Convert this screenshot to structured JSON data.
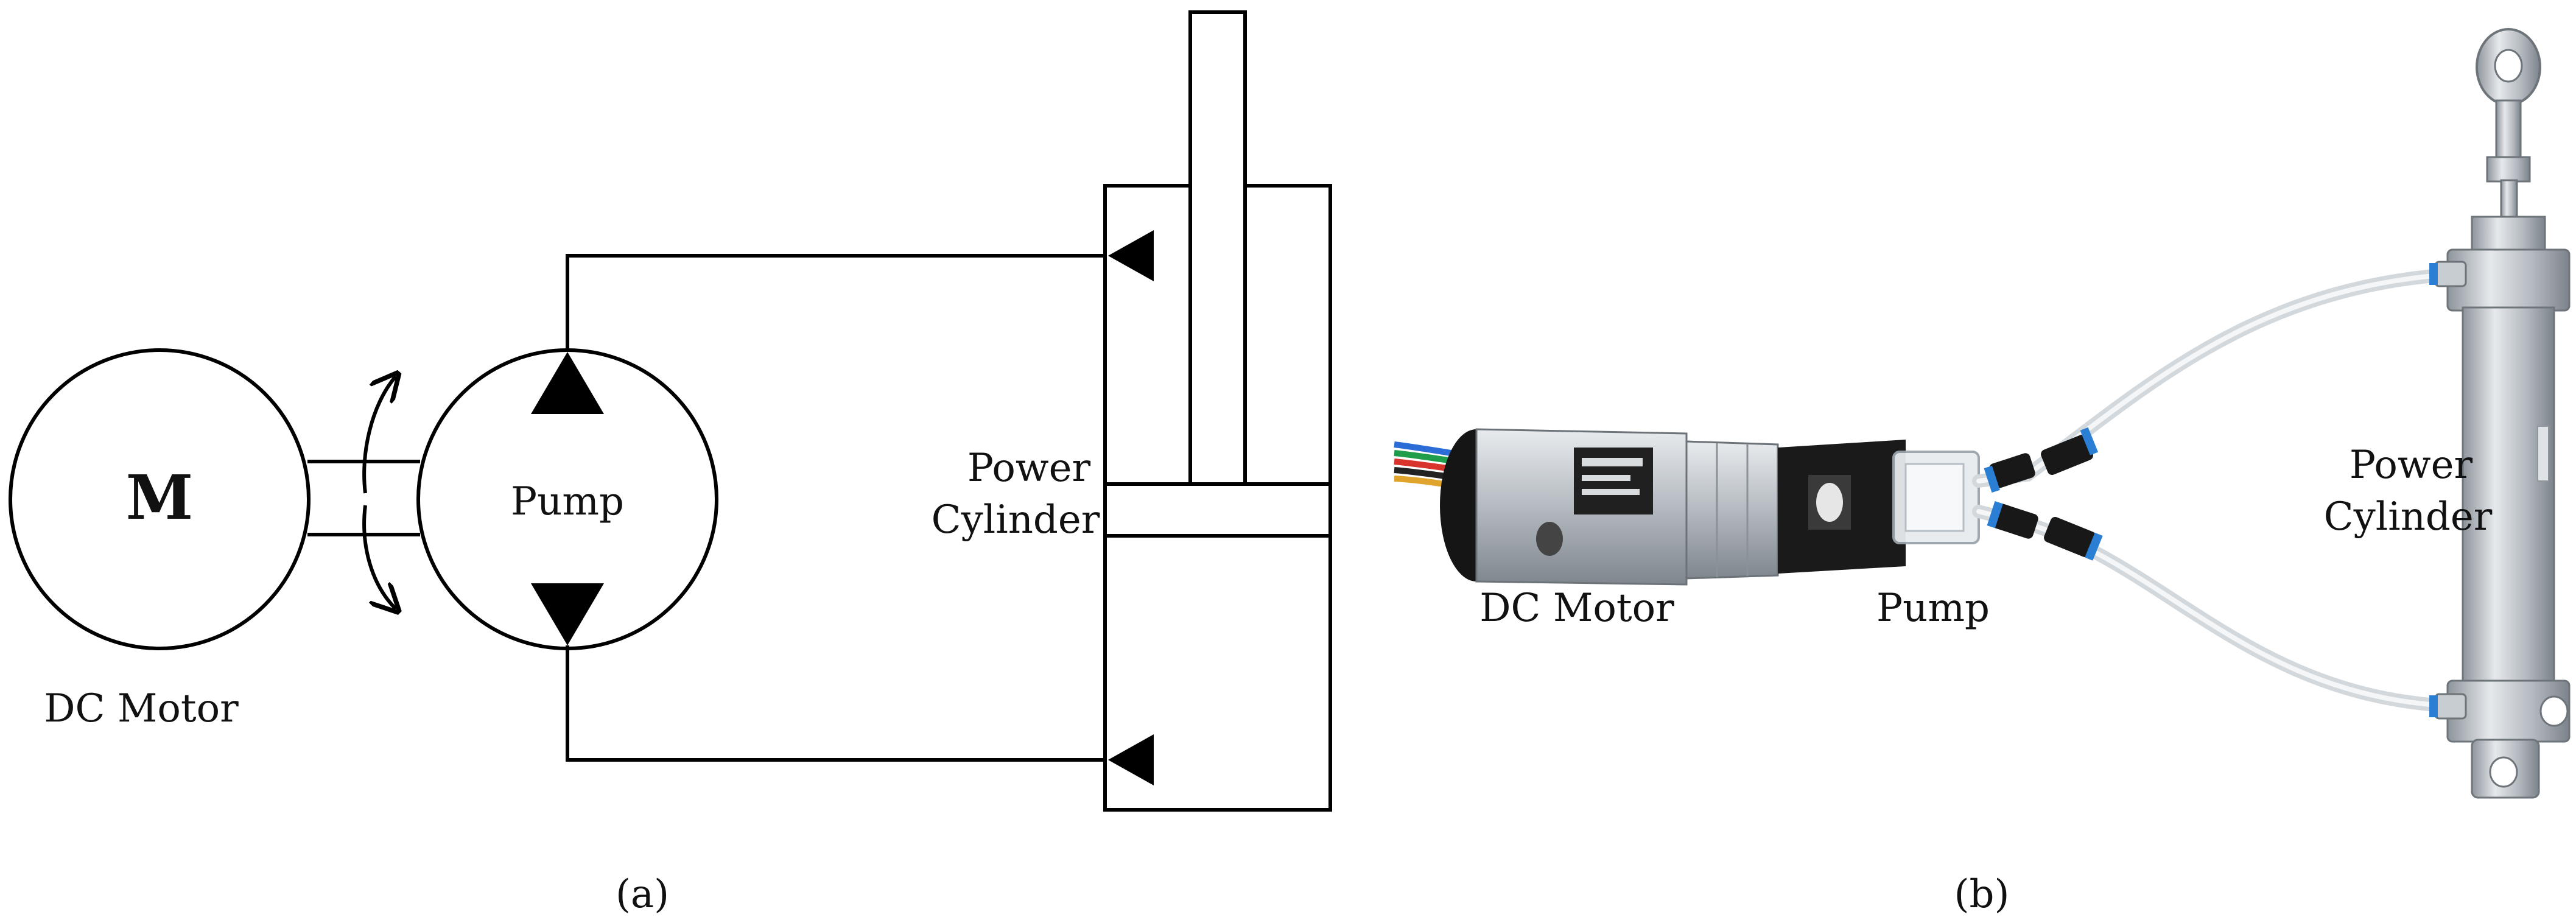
{
  "panel_a": {
    "motor_symbol": "M",
    "motor_label": "DC Motor",
    "pump_label": "Pump",
    "cylinder_label_line1": "Power",
    "cylinder_label_line2": "Cylinder",
    "caption": "(a)"
  },
  "panel_b": {
    "motor_label": "DC Motor",
    "pump_label": "Pump",
    "cylinder_label_line1": "Power",
    "cylinder_label_line2": "Cylinder",
    "caption": "(b)"
  },
  "colors": {
    "line": "#000000",
    "tube": "#d9dde0",
    "steel": "#c7ccd1",
    "fitting_blue": "#2a7fd4",
    "motor_body": "#b9bec4",
    "black_part": "#1a1a1a"
  }
}
